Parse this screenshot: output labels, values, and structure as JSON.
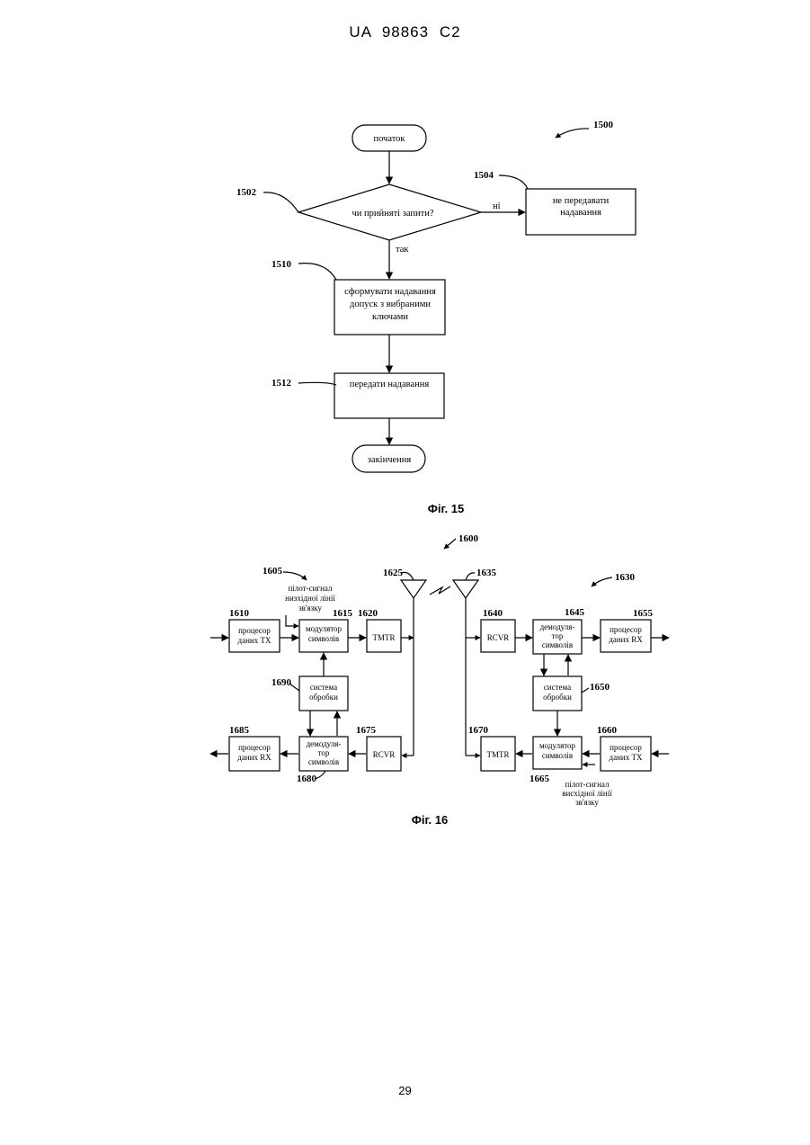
{
  "header": "UA 98863 C2",
  "page_number": "29",
  "fig15": {
    "caption": "Фіг. 15",
    "ref_main": "1500",
    "ref_decision": "1502",
    "ref_no_tx": "1504",
    "ref_form": "1510",
    "ref_send": "1512",
    "start": "початок",
    "decision": "чи прийняті запити?",
    "no": "ні",
    "yes": "так",
    "no_tx": [
      "не передавати",
      "надавання"
    ],
    "form": [
      "сформувати надавання",
      "допуск з вибраними",
      "ключами"
    ],
    "send": "передати надавання",
    "end": "закінчення"
  },
  "fig16": {
    "caption": "Фіг. 16",
    "ref_main": "1600",
    "ref_1605": "1605",
    "ref_1610": "1610",
    "ref_1615": "1615",
    "ref_1620": "1620",
    "ref_1625": "1625",
    "ref_1630": "1630",
    "ref_1635": "1635",
    "ref_1640": "1640",
    "ref_1645": "1645",
    "ref_1650": "1650",
    "ref_1655": "1655",
    "ref_1660": "1660",
    "ref_1665": "1665",
    "ref_1670": "1670",
    "ref_1675": "1675",
    "ref_1680": "1680",
    "ref_1685": "1685",
    "ref_1690": "1690",
    "pilot_downlink": [
      "пілот-сигнал",
      "низхідної лінії",
      "зв'язку"
    ],
    "pilot_uplink": [
      "пілот-сигнал",
      "висхідної лінії",
      "зв'язку"
    ],
    "tx_proc_left": [
      "процесор",
      "даних ТХ"
    ],
    "sym_mod_left": [
      "модулятор",
      "символів"
    ],
    "tmtr_left": "TMTR",
    "processing_left": [
      "система",
      "обробки"
    ],
    "rx_proc_left": [
      "процесор",
      "даних RX"
    ],
    "sym_demod_left": [
      "демодуля-",
      "тор",
      "символів"
    ],
    "rcvr_left": "RCVR",
    "rcvr_right": "RCVR",
    "sym_demod_right": [
      "демодуля-",
      "тор",
      "символів"
    ],
    "rx_proc_right": [
      "процесор",
      "даних RX"
    ],
    "processing_right": [
      "система",
      "обробки"
    ],
    "tmtr_right": "TMTR",
    "sym_mod_right": [
      "модулятор",
      "символів"
    ],
    "tx_proc_right": [
      "процесор",
      "даних ТХ"
    ]
  }
}
